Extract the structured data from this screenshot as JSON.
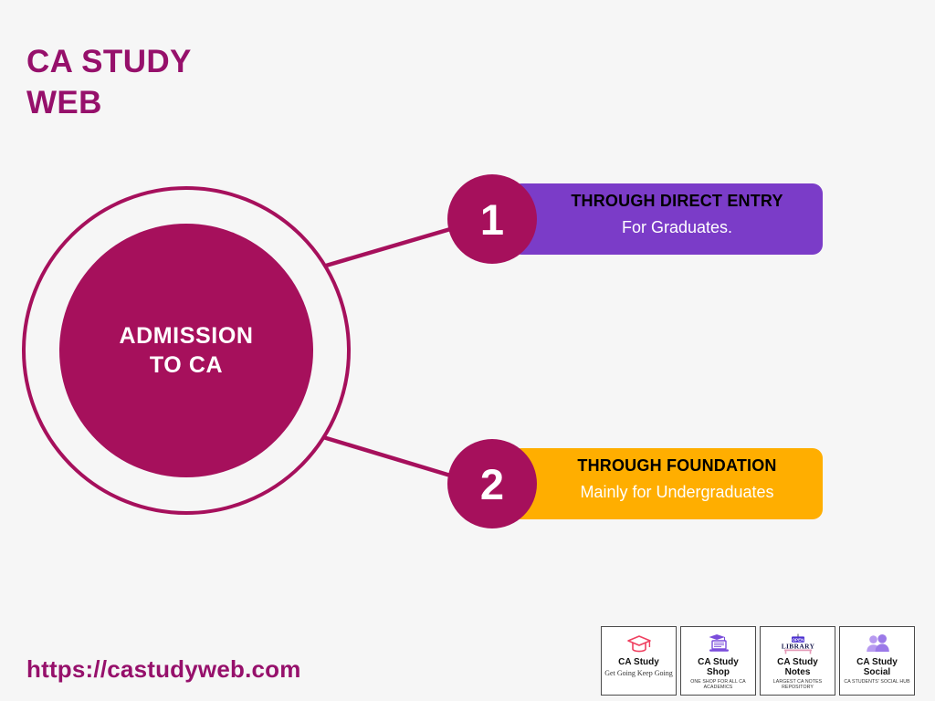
{
  "brand": {
    "title": "CA STUDY\nWEB",
    "title_color": "#96106b",
    "url": "https://castudyweb.com"
  },
  "background_color": "#f6f6f6",
  "hub": {
    "label": "ADMISSION\nTO CA",
    "fill_color": "#a6105c",
    "ring_color": "#a6105c",
    "text_color": "#ffffff"
  },
  "branches": [
    {
      "number": "1",
      "title": "THROUGH DIRECT ENTRY",
      "subtitle": "For Graduates.",
      "card_color": "#7b3cc8",
      "badge_color": "#a6105c",
      "title_color": "#000000",
      "subtitle_color": "#ffffff"
    },
    {
      "number": "2",
      "title": "THROUGH FOUNDATION",
      "subtitle": "Mainly for Undergraduates",
      "card_color": "#ffae00",
      "badge_color": "#a6105c",
      "title_color": "#000000",
      "subtitle_color": "#ffffff"
    }
  ],
  "footer_logos": [
    {
      "name": "CA Study",
      "tagline": "Get Going Keep Going",
      "icon": "graduation-cap-icon",
      "icon_color": "#ef4060"
    },
    {
      "name": "CA Study\nShop",
      "tagline": "ONE SHOP FOR ALL CA ACADEMICS",
      "icon": "laptop-cap-icon",
      "icon_color": "#7b4ddb"
    },
    {
      "name": "CA Study\nNotes",
      "tagline": "LARGEST CA NOTES REPOSITORY",
      "icon": "open-library-sign-icon",
      "icon_color": "#4a2fd0"
    },
    {
      "name": "CA Study\nSocial",
      "tagline": "CA STUDENTS' SOCIAL HUB",
      "icon": "people-icon",
      "icon_color": "#a78bec"
    }
  ]
}
